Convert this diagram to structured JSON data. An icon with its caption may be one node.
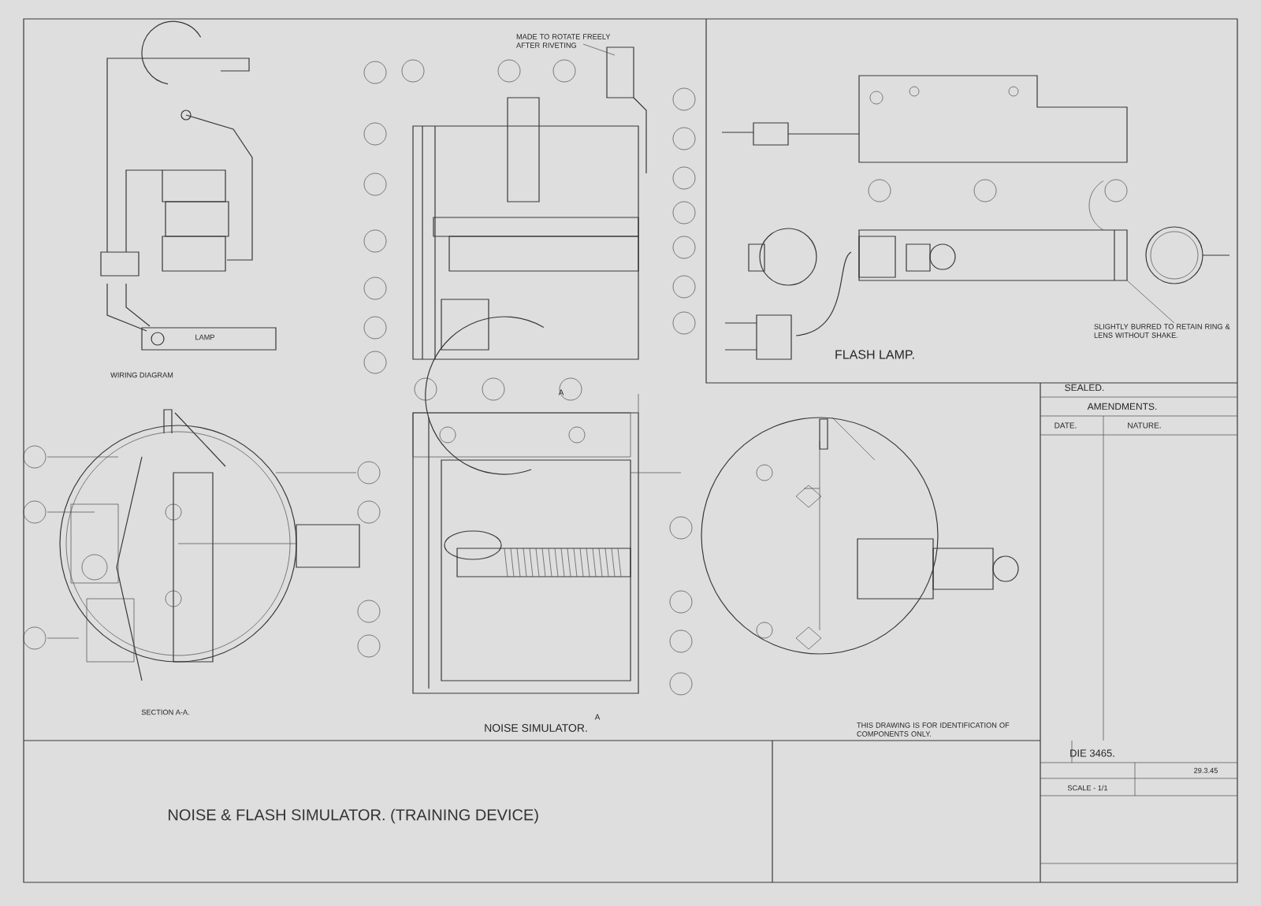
{
  "diagram": {
    "title": "NOISE & FLASH SIMULATOR. (TRAINING DEVICE)",
    "labels": [
      "MADE TO ROTATE FREELY AFTER RIVETING",
      "LAMP",
      "WIRING DIAGRAM",
      "FLASH LAMP.",
      "SLIGHTLY BURRED TO RETAIN RING & LENS WITHOUT SHAKE.",
      "SEALED.",
      "AMENDMENTS.",
      "DATE.",
      "NATURE.",
      "A",
      "SECTION A-A.",
      "A",
      "NOISE SIMULATOR.",
      "THIS DRAWING IS FOR IDENTIFICATION OF COMPONENTS ONLY.",
      "DIE 3465.",
      "29.3.45",
      "SCALE - 1/1"
    ]
  }
}
